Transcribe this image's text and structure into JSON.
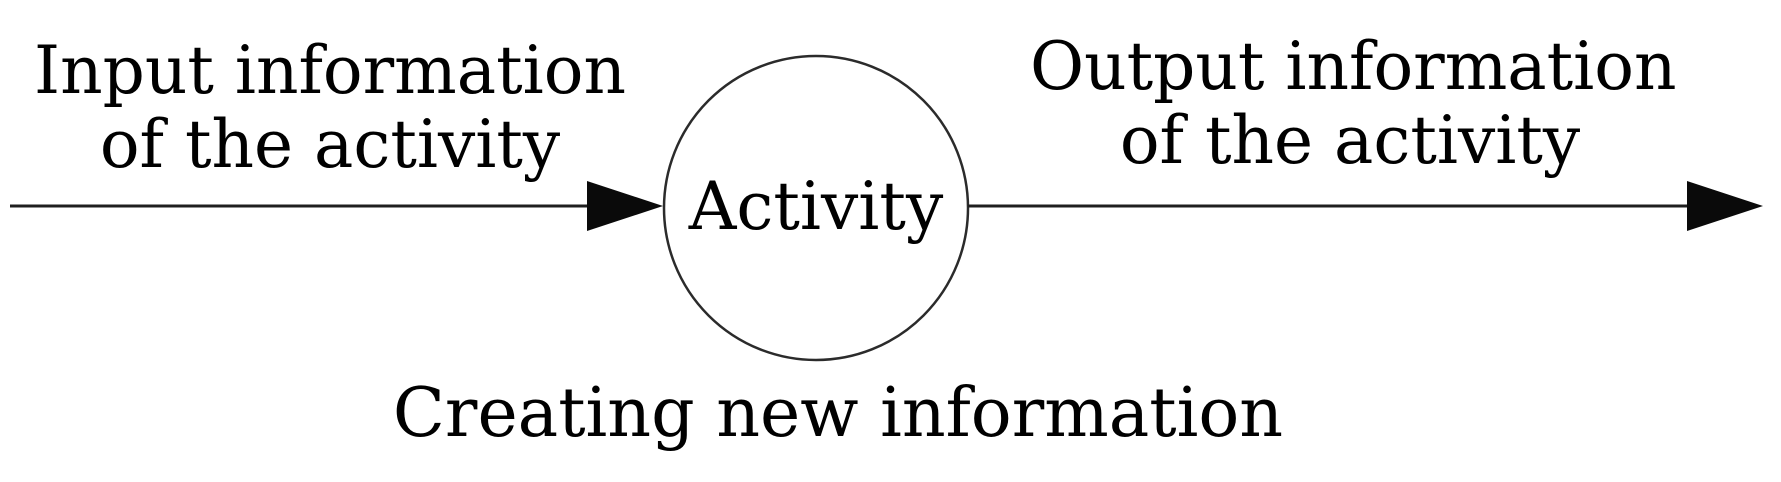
{
  "diagram": {
    "background_color": "#ffffff",
    "line_color": "#1f1f1f",
    "text_color": "#000000",
    "input_label": {
      "line1": "Input information",
      "line2": "of the activity"
    },
    "node": {
      "label": "Activity",
      "shape": "circle"
    },
    "output_label": {
      "line1": "Output information",
      "line2": "of the activity"
    },
    "caption": "Creating new information"
  }
}
